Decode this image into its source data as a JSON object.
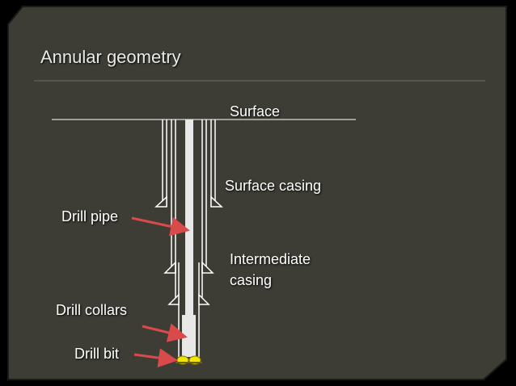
{
  "slide": {
    "title": "Annular geometry"
  },
  "labels": {
    "surface": "Surface",
    "surface_casing": "Surface casing",
    "drill_pipe": "Drill pipe",
    "intermediate_casing_line1": "Intermediate",
    "intermediate_casing_line2": "casing",
    "drill_collars": "Drill collars",
    "drill_bit": "Drill bit"
  },
  "colors": {
    "background": "#3d3d35",
    "frame": "#000000",
    "pipe": "#e8e8e8",
    "casing_line": "#ffffff",
    "arrow": "#d94a4a",
    "bit": "#f2e600"
  }
}
